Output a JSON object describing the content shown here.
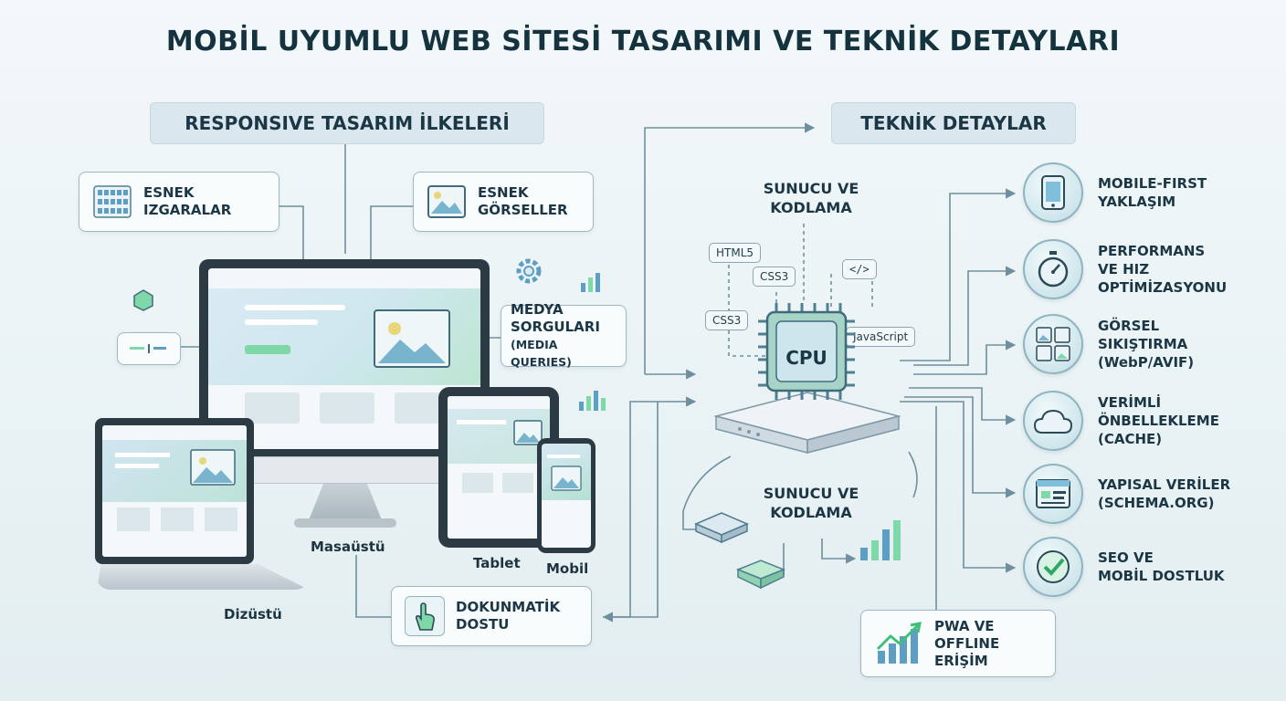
{
  "title": "MOBİL UYUMLU WEB SİTESİ TASARIMI VE TEKNİK DETAYLARI",
  "left": {
    "heading": "RESPONSIVE TASARIM İLKELERİ",
    "cards": {
      "grids": {
        "label": "ESNEK\nIZGARALAR",
        "icon": "grid-icon"
      },
      "images": {
        "label": "ESNEK\nGÖRSELLER",
        "icon": "image-icon"
      },
      "media": {
        "label": "MEDYA\nSORGULARI",
        "sub": "(MEDIA QUERIES)",
        "icon": "media-query-icon"
      },
      "touch": {
        "label": "DOKUNMATİK\nDOSTU",
        "icon": "touch-hand-icon"
      }
    },
    "devices": {
      "desktop": "Masaüstü",
      "laptop": "Dizüstü",
      "tablet": "Tablet",
      "mobile": "Mobil"
    }
  },
  "center": {
    "server_top": "SUNUCU VE\nKODLAMA",
    "server_bottom": "SUNUCU VE\nKODLAMA",
    "cpu": "CPU",
    "tags": {
      "html": "HTML5",
      "css_a": "CSS3",
      "css_b": "CSS3",
      "code": "</>",
      "js": "JavaScript"
    },
    "pwa": {
      "label": "PWA VE\nOFFLINE\nERİŞİM",
      "icon": "growth-chart-icon"
    }
  },
  "right": {
    "heading": "TEKNİK DETAYLAR",
    "items": [
      {
        "label": "MOBILE-FIRST\nYAKLAŞIM",
        "icon": "phone-icon"
      },
      {
        "label": "PERFORMANS\nVE HIZ\nOPTİMİZASYONU",
        "icon": "stopwatch-icon"
      },
      {
        "label": "GÖRSEL\nSIKIŞTIRMA\n(WebP/AVIF)",
        "icon": "image-compress-icon"
      },
      {
        "label": "VERİMLİ\nÖNBELLEKLEME\n(CACHE)",
        "icon": "cloud-icon"
      },
      {
        "label": "YAPISAL VERİLER\n(SCHEMA.ORG)",
        "icon": "structured-data-icon"
      },
      {
        "label": "SEO VE\nMOBİL DOSTLUK",
        "icon": "check-icon"
      }
    ]
  },
  "colors": {
    "accent_green": "#7fd8a8",
    "accent_blue": "#5d9fc4",
    "line": "#6f8f9e",
    "dark": "#1b3644"
  }
}
